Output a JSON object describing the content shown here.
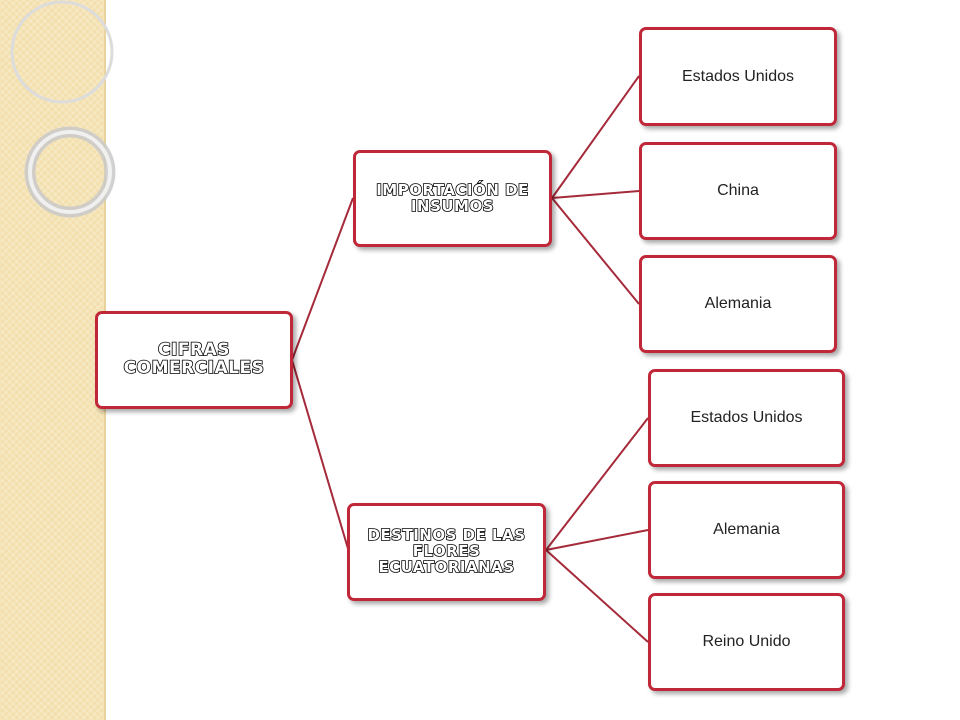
{
  "diagram": {
    "root": {
      "label": "CIFRAS COMERCIALES"
    },
    "branches": [
      {
        "label": "IMPORTACIÓN DE INSUMOS",
        "children": [
          "Estados Unidos",
          "China",
          "Alemania"
        ]
      },
      {
        "label": "DESTINOS DE LAS FLORES ECUATORIANAS",
        "children": [
          "Estados Unidos",
          "Alemania",
          "Reino Unido"
        ]
      }
    ]
  },
  "colors": {
    "node_border": "#c0283a",
    "connector": "#a52a3a",
    "side_strip": "#f3dfac"
  }
}
